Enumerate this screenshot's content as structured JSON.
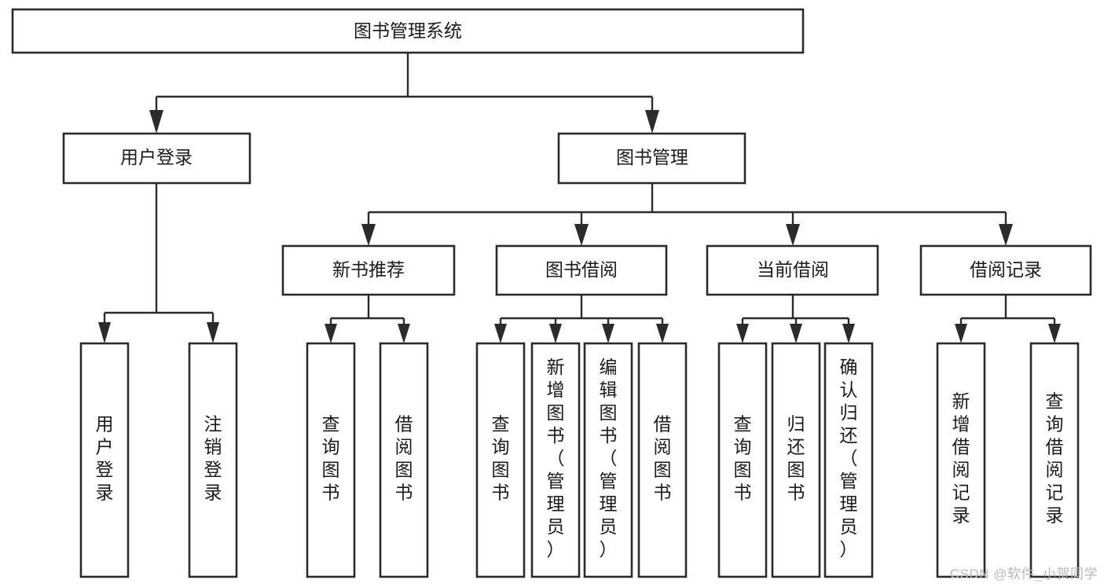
{
  "diagram": {
    "title": "图书管理系统",
    "type": "tree-hierarchy-diagram",
    "background_color": "#ffffff",
    "line_color": "#2b2b2b",
    "text_color": "#1b1b1b",
    "levels": [
      {
        "level": 1,
        "nodes": [
          {
            "id": "root",
            "label": "图书管理系统",
            "orientation": "horizontal"
          }
        ]
      },
      {
        "level": 2,
        "nodes": [
          {
            "id": "user-login",
            "label": "用户登录",
            "orientation": "horizontal"
          },
          {
            "id": "book-manage",
            "label": "图书管理",
            "orientation": "horizontal"
          }
        ]
      },
      {
        "level": 3,
        "nodes": [
          {
            "id": "new-book-recommend",
            "label": "新书推荐",
            "orientation": "horizontal"
          },
          {
            "id": "book-borrow",
            "label": "图书借阅",
            "orientation": "horizontal"
          },
          {
            "id": "current-borrow",
            "label": "当前借阅",
            "orientation": "horizontal"
          },
          {
            "id": "borrow-record",
            "label": "借阅记录",
            "orientation": "horizontal"
          }
        ]
      },
      {
        "level": 4,
        "nodes": [
          {
            "id": "leaf-user-login",
            "label": "用户登录",
            "orientation": "vertical",
            "parent": "user-login"
          },
          {
            "id": "leaf-user-logout",
            "label": "注销登录",
            "orientation": "vertical",
            "parent": "user-login"
          },
          {
            "id": "leaf-query-book-1",
            "label": "查询图书",
            "orientation": "vertical",
            "parent": "new-book-recommend"
          },
          {
            "id": "leaf-borrow-book-1",
            "label": "借阅图书",
            "orientation": "vertical",
            "parent": "new-book-recommend"
          },
          {
            "id": "leaf-query-book-2",
            "label": "查询图书",
            "orientation": "vertical",
            "parent": "book-borrow"
          },
          {
            "id": "leaf-add-book",
            "label": "新增图书（管理员）",
            "orientation": "vertical",
            "parent": "book-borrow"
          },
          {
            "id": "leaf-edit-book",
            "label": "编辑图书（管理员）",
            "orientation": "vertical",
            "parent": "book-borrow"
          },
          {
            "id": "leaf-borrow-book-2",
            "label": "借阅图书",
            "orientation": "vertical",
            "parent": "book-borrow"
          },
          {
            "id": "leaf-query-book-3",
            "label": "查询图书",
            "orientation": "vertical",
            "parent": "current-borrow"
          },
          {
            "id": "leaf-return-book",
            "label": "归还图书",
            "orientation": "vertical",
            "parent": "current-borrow"
          },
          {
            "id": "leaf-confirm-return",
            "label": "确认归还（管理员）",
            "orientation": "vertical",
            "parent": "current-borrow"
          },
          {
            "id": "leaf-add-record",
            "label": "新增借阅记录",
            "orientation": "vertical",
            "parent": "borrow-record"
          },
          {
            "id": "leaf-query-record",
            "label": "查询借阅记录",
            "orientation": "vertical",
            "parent": "borrow-record"
          }
        ]
      }
    ]
  },
  "watermark": {
    "text": "CSDN @软件_小贺同学"
  }
}
